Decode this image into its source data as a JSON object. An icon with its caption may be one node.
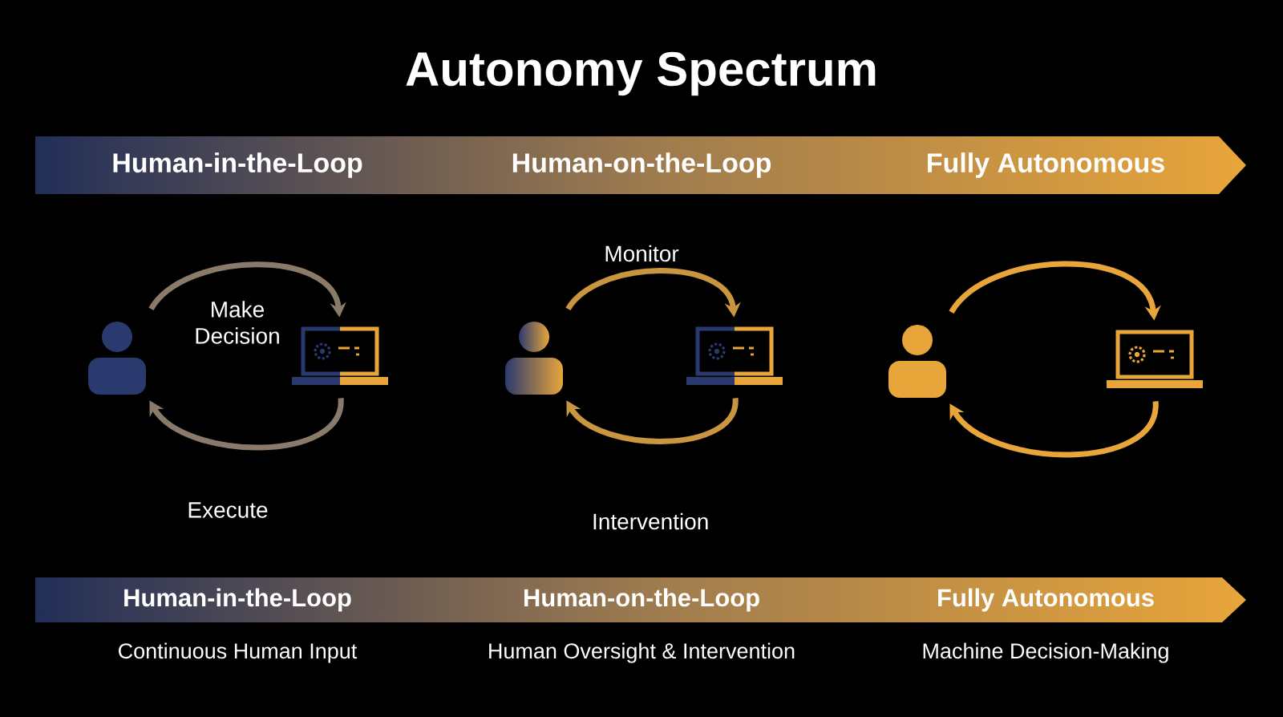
{
  "diagram": {
    "title": "Autonomy Spectrum",
    "nodes": [
      {
        "text": [
          "Human-in-the-Loop",
          "Human-on-the-Loop",
          "Fully Autonomous"
        ]
      },
      {
        "text": [],
        "shape": "person"
      },
      {
        "text": [],
        "shape": "laptop"
      },
      {
        "text": [],
        "shape": "person"
      },
      {
        "text": [],
        "shape": "laptop"
      },
      {
        "text": [],
        "shape": "person"
      },
      {
        "text": [],
        "shape": "laptop"
      },
      {
        "text": [
          "Human-in-the-Loop",
          "Human-on-the-Loop",
          "Fully Autonomous"
        ]
      }
    ],
    "edges": [
      {
        "from": 1,
        "to": 2,
        "arrow": "to",
        "label": "Make Decision"
      },
      {
        "from": 2,
        "to": 1,
        "arrow": "to",
        "label": "Execute"
      },
      {
        "from": 3,
        "to": 4,
        "arrow": "to",
        "label": "Monitor"
      },
      {
        "from": 4,
        "to": 3,
        "arrow": "to",
        "label": "Intervention"
      },
      {
        "from": 5,
        "to": 6,
        "arrow": "to",
        "color": "#e8a53a"
      },
      {
        "from": 6,
        "to": 5,
        "arrow": "to",
        "color": "#e8a53a"
      }
    ],
    "labels": [
      "Continuous Human Input",
      "Human Oversight & Intervention",
      "Machine Decision-Making"
    ]
  }
}
